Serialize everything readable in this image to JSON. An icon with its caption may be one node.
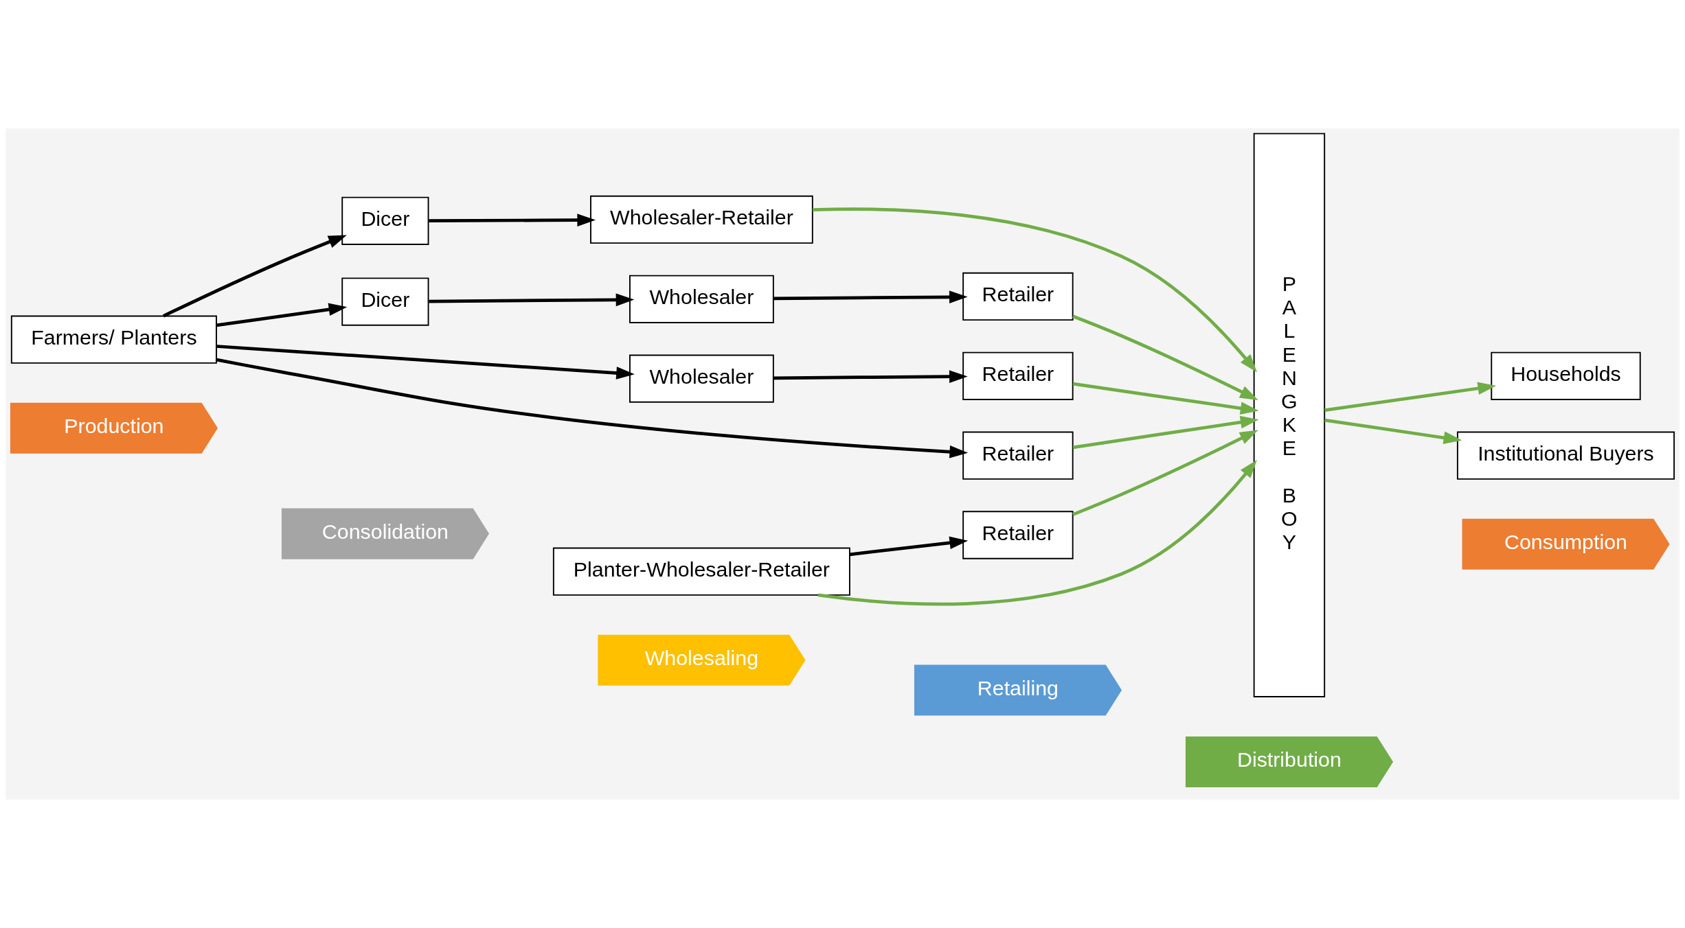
{
  "diagram": {
    "nodes": [
      {
        "text": [
          "Production"
        ]
      },
      {
        "text": [
          "Consolidation"
        ]
      },
      {
        "text": [
          "Wholesaling"
        ]
      },
      {
        "text": [
          "Retailing"
        ]
      },
      {
        "text": [
          "Distribution"
        ]
      },
      {
        "text": [
          "Consumption"
        ]
      },
      {
        "text": [
          "Farmers/ Planters"
        ]
      },
      {
        "text": [
          "Dicer"
        ]
      },
      {
        "text": [
          "Wholesaler-Retailer"
        ]
      },
      {
        "text": [
          "Dicer"
        ]
      },
      {
        "text": [
          "Wholesaler"
        ]
      },
      {
        "text": [
          "Retailer"
        ]
      },
      {
        "text": [
          "Wholesaler"
        ]
      },
      {
        "text": [
          "Retailer"
        ]
      },
      {
        "text": [
          "Planter-Wholesaler-Retailer"
        ]
      },
      {
        "text": [
          "Retailer"
        ]
      },
      {
        "text": [
          "Retailer"
        ]
      },
      {
        "text": [
          "PALENGKE BOY"
        ]
      },
      {
        "text": [
          "Households"
        ]
      },
      {
        "text": [
          "Institutional Buyers"
        ]
      }
    ],
    "edges": [
      {
        "from": 6,
        "to": 7,
        "arrow": "to"
      },
      {
        "from": 7,
        "to": 8,
        "arrow": "to"
      },
      {
        "from": 8,
        "to": 17,
        "arrow": "to",
        "color": "#70ad47"
      },
      {
        "from": 6,
        "to": 9,
        "arrow": "to"
      },
      {
        "from": 9,
        "to": 10,
        "arrow": "to"
      },
      {
        "from": 10,
        "to": 11,
        "arrow": "to"
      },
      {
        "from": 11,
        "to": 17,
        "arrow": "to",
        "color": "#70ad47"
      },
      {
        "from": 6,
        "to": 12,
        "arrow": "to"
      },
      {
        "from": 12,
        "to": 13,
        "arrow": "to"
      },
      {
        "from": 13,
        "to": 17,
        "arrow": "to",
        "color": "#70ad47"
      },
      {
        "from": 14,
        "to": 17,
        "arrow": "to",
        "color": "#70ad47"
      },
      {
        "from": 14,
        "to": 15,
        "arrow": "to"
      },
      {
        "from": 15,
        "to": 17,
        "arrow": "to",
        "color": "#70ad47"
      },
      {
        "from": 6,
        "to": 16,
        "arrow": "to"
      },
      {
        "from": 16,
        "to": 17,
        "arrow": "to",
        "color": "#70ad47"
      },
      {
        "from": 17,
        "to": 18,
        "arrow": "to",
        "color": "#70ad47"
      },
      {
        "from": 17,
        "to": 19,
        "arrow": "to",
        "color": "#70ad47"
      }
    ]
  }
}
